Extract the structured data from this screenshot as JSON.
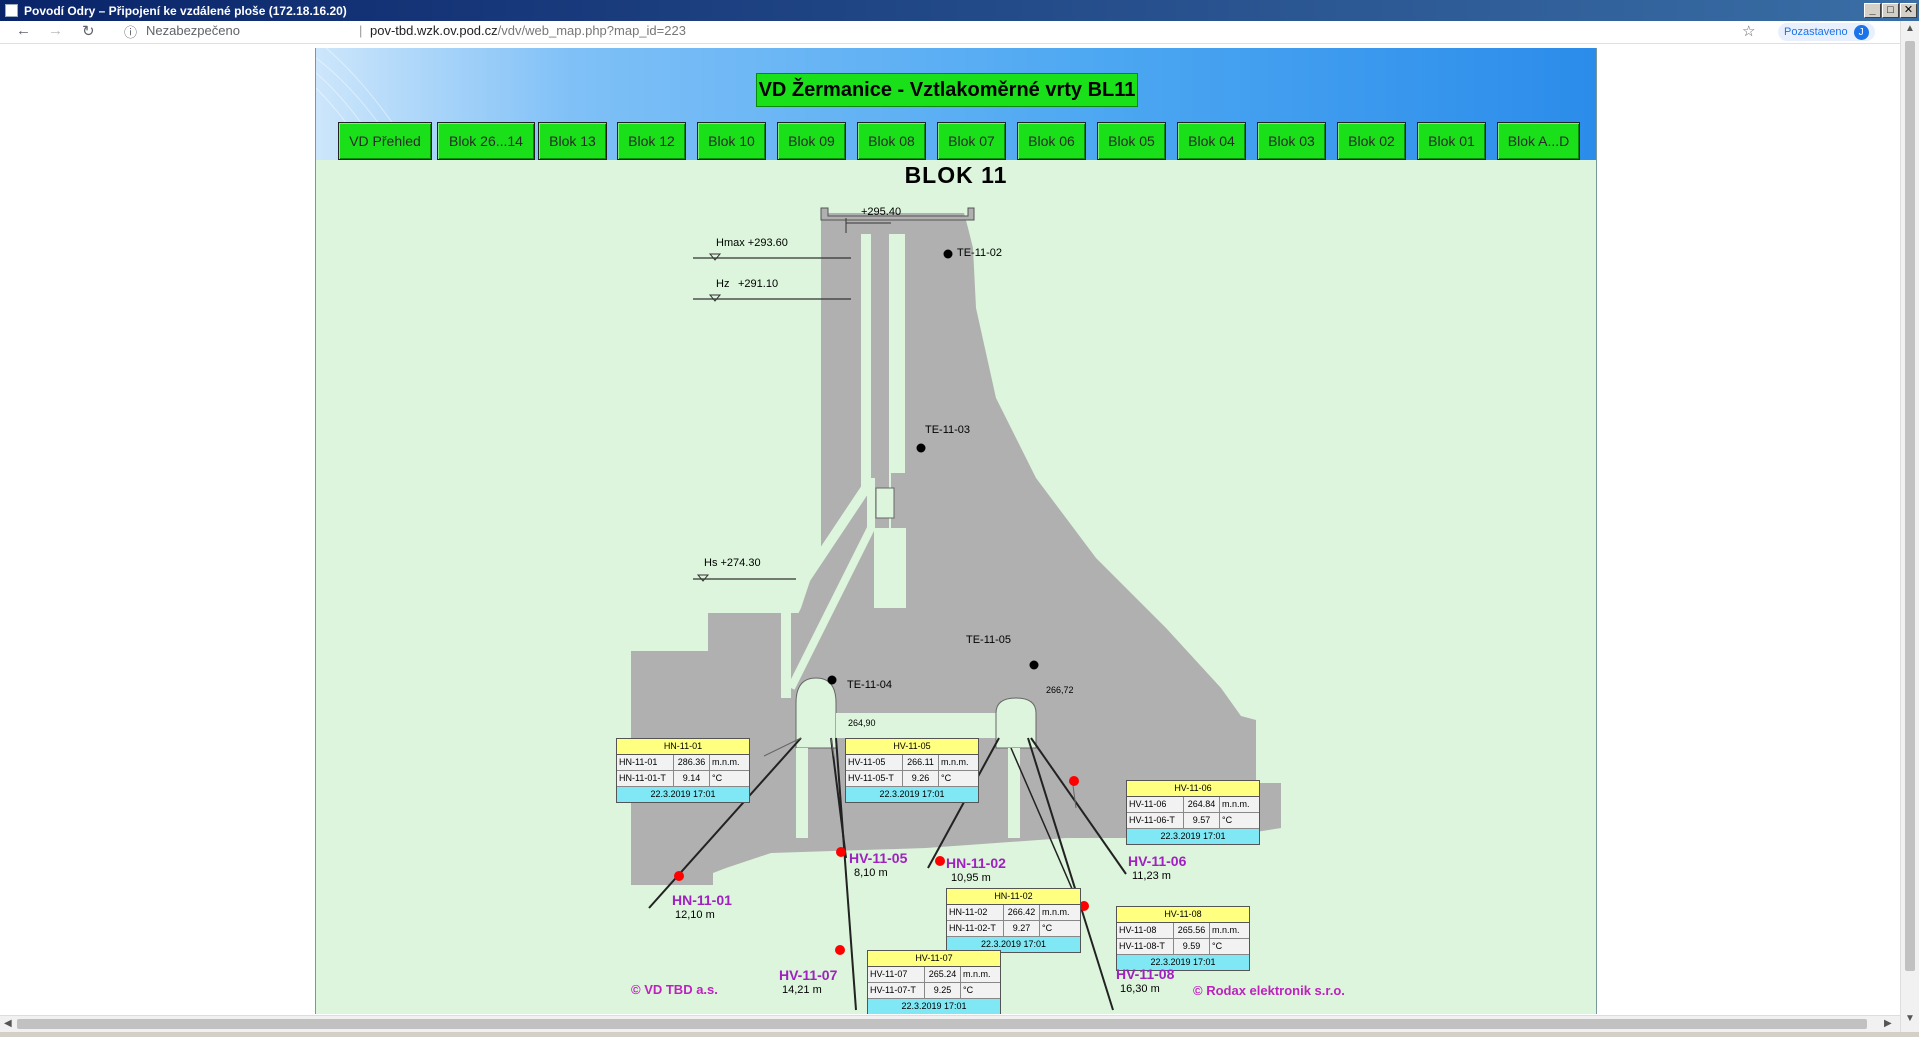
{
  "window": {
    "title": "Povodí Odry – Připojení ke vzdálené ploše (172.18.16.20)",
    "btn_min": "_",
    "btn_max": "□",
    "btn_close": "✕"
  },
  "browser": {
    "back": "←",
    "forward": "→",
    "reload": "↻",
    "info": "ⓘ",
    "security": "Nezabezpečeno",
    "sep": "|",
    "url_host": "pov-tbd.wzk.ov.pod.cz",
    "url_path": "/vdv/web_map.php?map_id=223",
    "star": "☆",
    "paused": "Pozastaveno",
    "avatar": "J"
  },
  "page": {
    "title": "VD Žermanice - Vztlakoměrné vrty BL11",
    "nav": [
      {
        "label": "VD Přehled"
      },
      {
        "label": "Blok 26...14"
      },
      {
        "label": "Blok 13"
      },
      {
        "label": "Blok 12"
      },
      {
        "label": "Blok 10"
      },
      {
        "label": "Blok 09"
      },
      {
        "label": "Blok 08"
      },
      {
        "label": "Blok 07"
      },
      {
        "label": "Blok 06"
      },
      {
        "label": "Blok 05"
      },
      {
        "label": "Blok 04"
      },
      {
        "label": "Blok 03"
      },
      {
        "label": "Blok 02"
      },
      {
        "label": "Blok 01"
      },
      {
        "label": "Blok A...D"
      }
    ],
    "block_title": "BLOK 11"
  },
  "labels": {
    "crest": "+295.40",
    "hmax": "Hmax +293.60",
    "hz": "Hz",
    "hz_val": "+291.10",
    "hs": "Hs +274.30",
    "te02": "TE-11-02",
    "te03": "TE-11-03",
    "te04": "TE-11-04",
    "te05": "TE-11-05",
    "lvl_26672": "266,72",
    "lvl_26490": "264,90"
  },
  "tables": {
    "hn01": {
      "header": "HN-11-01",
      "r1": [
        "HN-11-01",
        "286.36",
        "m.n.m."
      ],
      "r2": [
        "HN-11-01-T",
        "9.14",
        "°C"
      ],
      "time": "22.3.2019 17:01"
    },
    "hv05": {
      "header": "HV-11-05",
      "r1": [
        "HV-11-05",
        "266.11",
        "m.n.m."
      ],
      "r2": [
        "HV-11-05-T",
        "9.26",
        "°C"
      ],
      "time": "22.3.2019 17:01"
    },
    "hv06": {
      "header": "HV-11-06",
      "r1": [
        "HV-11-06",
        "264.84",
        "m.n.m."
      ],
      "r2": [
        "HV-11-06-T",
        "9.57",
        "°C"
      ],
      "time": "22.3.2019 17:01"
    },
    "hn02": {
      "header": "HN-11-02",
      "r1": [
        "HN-11-02",
        "266.42",
        "m.n.m."
      ],
      "r2": [
        "HN-11-02-T",
        "9.27",
        "°C"
      ],
      "time": "22.3.2019 17:01"
    },
    "hv08": {
      "header": "HV-11-08",
      "r1": [
        "HV-11-08",
        "265.56",
        "m.n.m."
      ],
      "r2": [
        "HV-11-08-T",
        "9.59",
        "°C"
      ],
      "time": "22.3.2019 17:01"
    },
    "hv07": {
      "header": "HV-11-07",
      "r1": [
        "HV-11-07",
        "265.24",
        "m.n.m."
      ],
      "r2": [
        "HV-11-07-T",
        "9.25",
        "°C"
      ],
      "time": "22.3.2019 17:01"
    }
  },
  "wells": {
    "hn01": {
      "name": "HN-11-01",
      "depth": "12,10 m"
    },
    "hv05": {
      "name": "HV-11-05",
      "depth": "8,10 m"
    },
    "hn02": {
      "name": "HN-11-02",
      "depth": "10,95 m"
    },
    "hv06": {
      "name": "HV-11-06",
      "depth": "11,23 m"
    },
    "hv07": {
      "name": "HV-11-07",
      "depth": "14,21 m"
    },
    "hv08": {
      "name": "HV-11-08",
      "depth": "16,30 m"
    }
  },
  "copyright": {
    "left": "© VD TBD a.s.",
    "right": "© Rodax elektronik s.r.o."
  },
  "scroll": {
    "left": "◀",
    "right": "▶",
    "up": "▲",
    "down": "▼"
  },
  "colors": {
    "nav_green": "#19e019",
    "page_bg": "#dcf5dc",
    "dam_gray": "#b0b0b0",
    "well_label": "#a020c0",
    "sensor_red": "#ff0000",
    "table_header": "#ffff80",
    "table_footer": "#7fe8f4"
  }
}
